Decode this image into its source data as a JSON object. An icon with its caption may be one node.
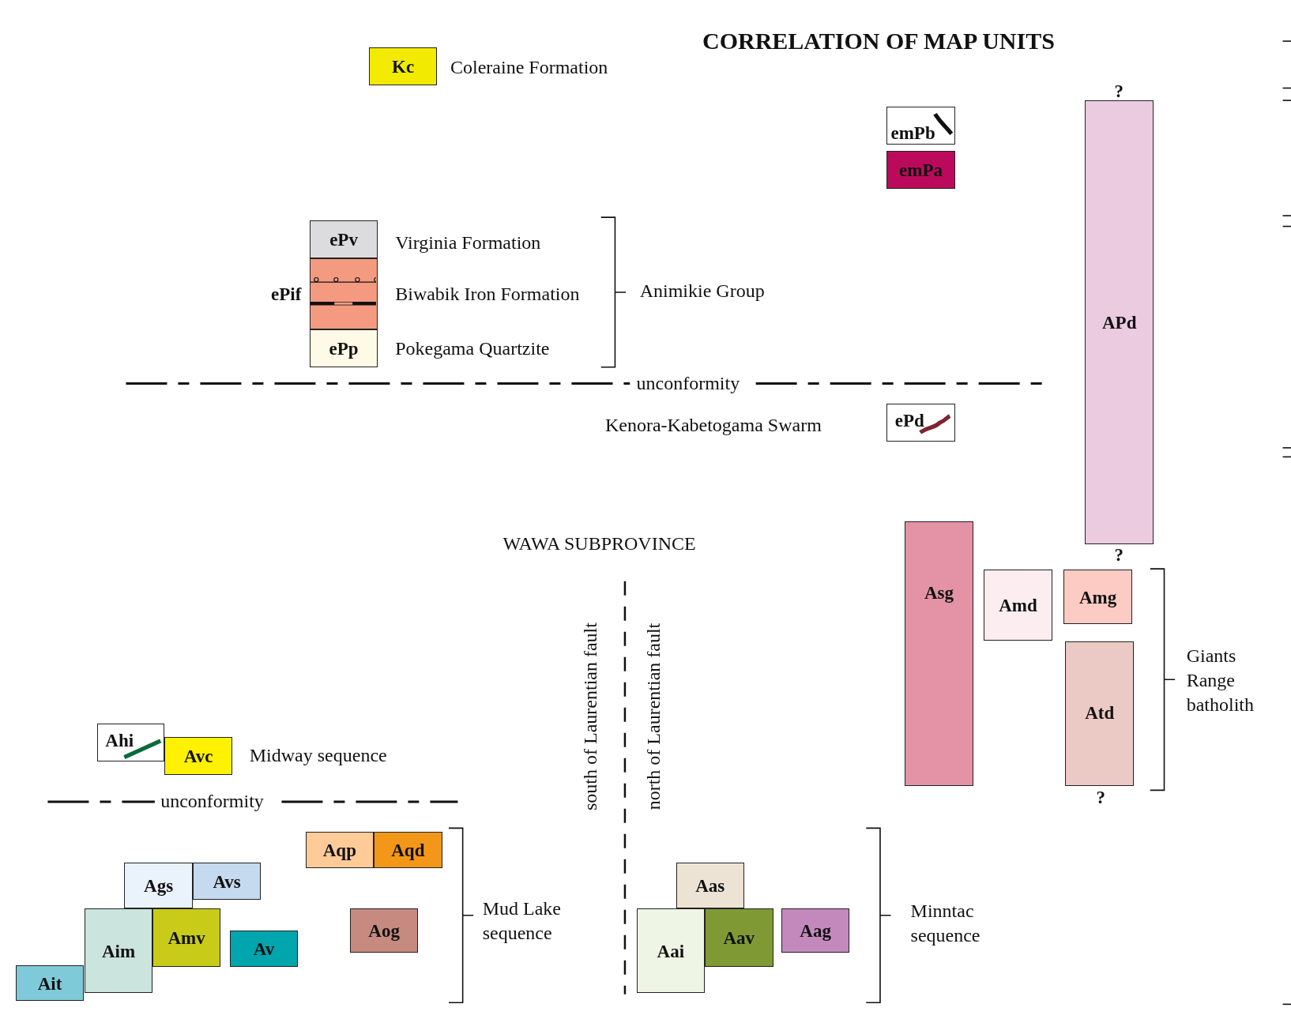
{
  "diagram": {
    "title": "CORRELATION OF MAP UNITS",
    "nodes": [
      {
        "text": [
          "Kc"
        ],
        "beside": [
          "Coleraine Formation"
        ]
      },
      {
        "text": [
          "emPb"
        ]
      },
      {
        "text": [
          "emPa"
        ]
      },
      {
        "text": [
          "APd"
        ],
        "beside": [
          "?",
          "?"
        ]
      },
      {
        "text": [
          "ePv"
        ],
        "beside": [
          "Virginia Formation"
        ]
      },
      {
        "text": [
          "ePif"
        ],
        "beside": [
          "Biwabik Iron Formation"
        ]
      },
      {
        "text": [
          "ePp"
        ],
        "beside": [
          "Pokegama Quartzite"
        ]
      },
      {
        "text": [
          "ePd"
        ],
        "beside": [
          "Kenora-Kabetogama Swarm"
        ]
      },
      {
        "text": [
          "Asg"
        ]
      },
      {
        "text": [
          "Amd"
        ]
      },
      {
        "text": [
          "Amg"
        ]
      },
      {
        "text": [
          "Atd"
        ],
        "beside": [
          "?"
        ]
      },
      {
        "text": [
          "Ahi"
        ]
      },
      {
        "text": [
          "Avc"
        ]
      },
      {
        "text": [
          "Aqp"
        ]
      },
      {
        "text": [
          "Aqd"
        ]
      },
      {
        "text": [
          "Ags"
        ]
      },
      {
        "text": [
          "Avs"
        ]
      },
      {
        "text": [
          "Aas"
        ]
      },
      {
        "text": [
          "Aim"
        ]
      },
      {
        "text": [
          "Amv"
        ]
      },
      {
        "text": [
          "Aog"
        ]
      },
      {
        "text": [
          "Aai"
        ]
      },
      {
        "text": [
          "Aav"
        ]
      },
      {
        "text": [
          "Aag"
        ]
      },
      {
        "text": [
          "Av"
        ]
      },
      {
        "text": [
          "Ait"
        ]
      }
    ],
    "labels": [
      "Animikie Group",
      "unconformity",
      "WAWA SUBPROVINCE",
      "south of Laurentian fault",
      "north of Laurentian fault",
      "Giants Range batholith",
      "Midway sequence",
      "unconformity",
      "Mud Lake sequence",
      "Minntac sequence"
    ]
  }
}
